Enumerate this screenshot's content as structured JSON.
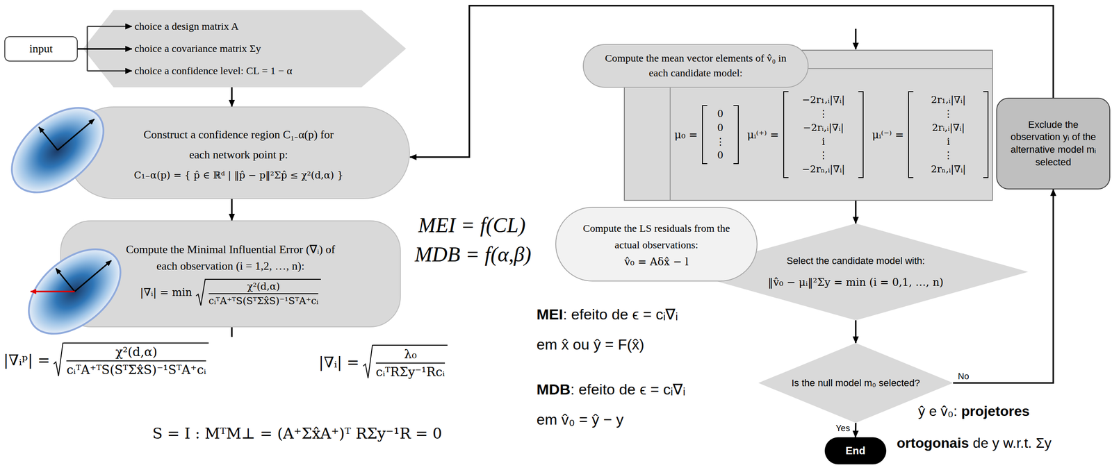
{
  "diagram": {
    "nodes": [
      {
        "text": [
          "input"
        ]
      },
      {
        "text": [
          "choice a design matrix A",
          "choice a covariance matrix Σy",
          "choice a confidence level: CL = 1 − α"
        ]
      },
      {
        "text": [
          "Construct a confidence region C₁₋α(p) for each network point p:",
          "C₁₋α(p) = { p̂ ∈ ℝᵈ | ‖p̂ − p‖²Σp̂ ≤ χ²(d,α) }"
        ]
      },
      {
        "text": [
          "Compute the Minimal Influential Error (∇ᵢ) of each observation (i = 1,2, …, n):",
          "|∇ᵢ| = min",
          "χ²(d,α)",
          "cᵢᵀA⁺ᵀS(SᵀΣx̂S)⁻¹SᵀA⁺cᵢ"
        ]
      },
      {
        "text": [
          "Compute the mean vector elements of v̂₀ in each candidate model:"
        ]
      },
      {
        "text": [
          "μ₀ =",
          "0 0 ⋮ 0",
          "μᵢ⁽⁺⁾ =",
          "−2r₁,ᵢ|∇ᵢ| ⋮ −2rᵢ,ᵢ|∇ᵢ| i ⋮ −2rₙ,ᵢ|∇ᵢ|",
          "μᵢ⁽⁻⁾ =",
          "2r₁,ᵢ|∇ᵢ| ⋮ 2rᵢ,ᵢ|∇ᵢ| i ⋮ 2rₙ,ᵢ|∇ᵢ|"
        ]
      },
      {
        "text": [
          "Compute the LS residuals from the actual observations:",
          "v̂₀ = Aδx̂ − l"
        ]
      },
      {
        "text": [
          "Select the candidate model with:",
          "‖v̂₀ − μᵢ‖²Σy = min (i = 0,1, …, n)"
        ]
      },
      {
        "text": [
          "Is the null model m₀ selected?"
        ]
      },
      {
        "text": [
          "Exclude the observation yᵢ of the alternative model mᵢ selected"
        ]
      },
      {
        "text": [
          "End"
        ]
      }
    ],
    "edges": [
      {
        "from": 0,
        "to": 1,
        "arrow": "to"
      },
      {
        "from": 1,
        "to": 2,
        "arrow": "to"
      },
      {
        "from": 2,
        "to": 3,
        "arrow": "to"
      },
      {
        "from": 5,
        "to": 7,
        "arrow": "to"
      },
      {
        "from": 7,
        "to": 8,
        "arrow": "to"
      },
      {
        "from": 8,
        "to": 10,
        "label": "Yes",
        "arrow": "to"
      },
      {
        "from": 8,
        "to": 9,
        "label": "No",
        "arrow": "to"
      },
      {
        "from": 9,
        "to": 2,
        "arrow": "to"
      }
    ],
    "labels": [
      "|∇ᵢᵖ| =",
      "χ²(d,α)",
      "cᵢᵀA⁺ᵀS(SᵀΣx̂S)⁻¹SᵀA⁺cᵢ",
      "|∇ᵢ| =",
      "λ₀",
      "cᵢᵀRΣy⁻¹Rcᵢ",
      "S = I : MᵀM⊥ = (A⁺Σx̂A⁺)ᵀ RΣy⁻¹R = 0",
      "MEI = f(CL)",
      "MDB = f(α,β)",
      "MEI",
      ": efeito de ϵ = cᵢ∇ᵢ",
      "em x̂ ou ŷ = F(x̂)",
      "MDB",
      ": efeito de ϵ = cᵢ∇ᵢ",
      "em v̂₀ = ŷ − y",
      "ŷ e v̂₀:",
      "projetores",
      "ortogonais",
      "de y w.r.t. Σy"
    ]
  }
}
